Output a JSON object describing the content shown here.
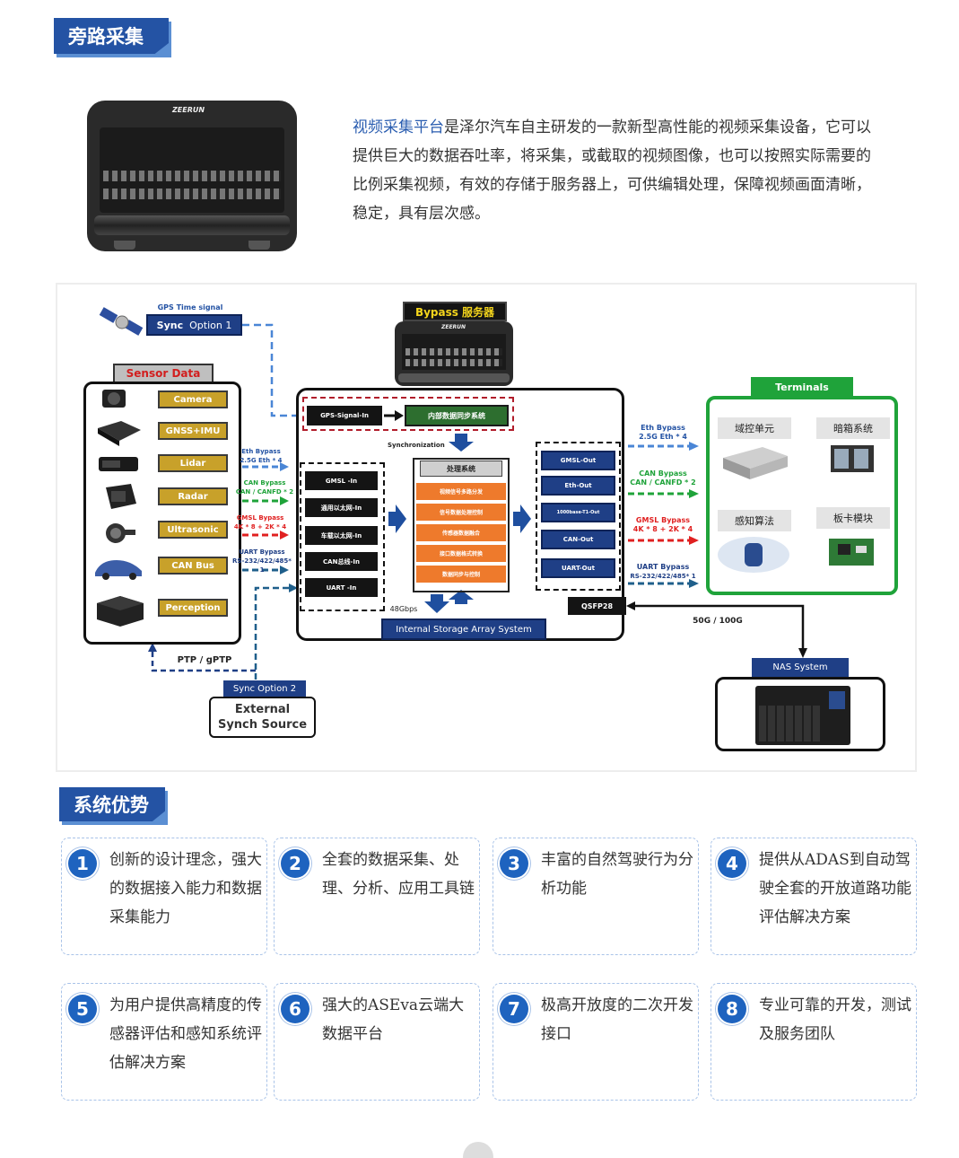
{
  "sections": {
    "bypass_title": "旁路采集",
    "advantages_title": "系统优势"
  },
  "intro": {
    "highlight": "视频采集平台",
    "text": "是泽尔汽车自主研发的一款新型高性能的视频采集设备，它可以提供巨大的数据吞吐率，将采集，或截取的视频图像，也可以按照实际需要的比例采集视频，有效的存储于服务器上，可供编辑处理，保障视频画面清晰，稳定，具有层次感。"
  },
  "device": {
    "logo": "ZEERUN"
  },
  "diagram": {
    "gps": {
      "caption": "GPS Time signal",
      "sync_bold": "Sync",
      "sync_option": "Option 1"
    },
    "sensor_data": {
      "title": "Sensor Data",
      "items": [
        "Camera",
        "GNSS+IMU",
        "Lidar",
        "Radar",
        "Ultrasonic",
        "CAN Bus",
        "Perception"
      ]
    },
    "bypass_server": {
      "title": "Bypass 服务器",
      "logo": "ZEERUN"
    },
    "left_links": [
      {
        "line1": "Eth Bypass",
        "line2": "2.5G Eth * 4",
        "color": "#4a86d6"
      },
      {
        "line1": "CAN Bypass",
        "line2": "CAN / CANFD * 2",
        "color": "#1fa33a"
      },
      {
        "line1": "GMSL Bypass",
        "line2": "4K * 8 + 2K * 4",
        "color": "#e02020"
      },
      {
        "line1": "UART Bypass",
        "line2": "RS-232/422/485* 1",
        "color": "#1f5f8b"
      }
    ],
    "gps_signal_in": "GPS-Signal-In",
    "internal_sync": "内部数据同步系统",
    "synchronization": "Synchronization",
    "inputs": [
      "GMSL -In",
      "通用以太网-In",
      "车载以太网-In",
      "CAN总线-In",
      "UART -In"
    ],
    "processing": {
      "title": "处理系统",
      "items": [
        "视频信号多路分发",
        "信号数据处理控制",
        "传感器数据融合",
        "接口数据格式转换",
        "数据同步与控制"
      ]
    },
    "outputs": [
      "GMSL-Out",
      "Eth-Out",
      "1000base-T1-Out",
      "CAN-Out",
      "UART-Out"
    ],
    "bandwidth": "48Gbps",
    "storage": "Internal Storage Array System",
    "qsfp": "QSFP28",
    "right_links": [
      {
        "line1": "Eth Bypass",
        "line2": "2.5G Eth * 4",
        "color": "#4a86d6"
      },
      {
        "line1": "CAN Bypass",
        "line2": "CAN / CANFD * 2",
        "color": "#1fa33a"
      },
      {
        "line1": "GMSL Bypass",
        "line2": "4K * 8 + 2K * 4",
        "color": "#e02020"
      },
      {
        "line1": "UART Bypass",
        "line2": "RS-232/422/485* 1",
        "color": "#1f5f8b"
      }
    ],
    "terminals": {
      "title": "Terminals",
      "items": [
        "域控单元",
        "暗箱系统",
        "感知算法",
        "板卡模块"
      ]
    },
    "nas_link": "50G / 100G",
    "nas": "NAS System",
    "ptp": "PTP / gPTP",
    "sync_option2": "Sync  Option 2",
    "external_line1": "External",
    "external_line2": "Synch Source"
  },
  "advantages": [
    {
      "num": "1",
      "text": "创新的设计理念，强大的数据接入能力和数据采集能力"
    },
    {
      "num": "2",
      "text": "全套的数据采集、处理、分析、应用工具链"
    },
    {
      "num": "3",
      "text": "丰富的自然驾驶行为分析功能"
    },
    {
      "num": "4",
      "text": "提供从ADAS到自动驾驶全套的开放道路功能评估解决方案"
    },
    {
      "num": "5",
      "text": "为用户提供高精度的传感器评估和感知系统评估解决方案"
    },
    {
      "num": "6",
      "text": "强大的ASEva云端大数据平台"
    },
    {
      "num": "7",
      "text": "极高开放度的二次开发接口"
    },
    {
      "num": "8",
      "text": "专业可靠的开发，测试及服务团队"
    }
  ]
}
